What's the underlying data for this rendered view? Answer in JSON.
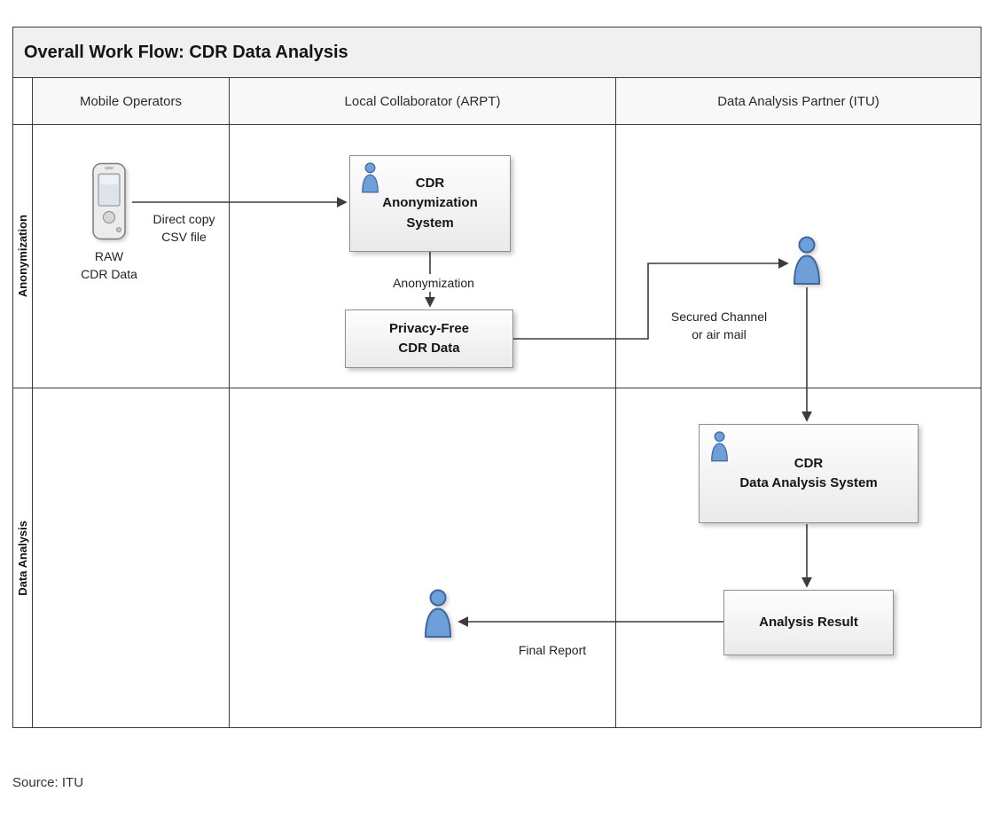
{
  "title": "Overall Work Flow: CDR Data Analysis",
  "source": "Source: ITU",
  "lanes": [
    {
      "label": "Mobile Operators"
    },
    {
      "label": "Local Collaborator (ARPT)"
    },
    {
      "label": "Data Analysis Partner (ITU)"
    }
  ],
  "rows": [
    {
      "label": "Anonymization"
    },
    {
      "label": "Data Analysis"
    }
  ],
  "nodes": {
    "raw_cdr": "RAW\nCDR Data",
    "anonymization_system": "CDR\nAnonymization\nSystem",
    "privacy_free": "Privacy-Free\nCDR Data",
    "analysis_system": "CDR\nData Analysis System",
    "analysis_result": "Analysis Result"
  },
  "edges": {
    "direct_copy": "Direct copy\nCSV file",
    "anonymization_step": "Anonymization",
    "secured_channel": "Secured Channel\nor air mail",
    "final_report": "Final Report"
  },
  "icons": {
    "person": "person-icon",
    "mobile_phone": "mobile-phone-icon"
  },
  "colors": {
    "person_fill": "#6f9fd8",
    "person_stroke": "#40669c",
    "edge_line": "#3c3c3c",
    "title_bg": "#f0f0f0",
    "header_bg": "#f8f8f8"
  }
}
